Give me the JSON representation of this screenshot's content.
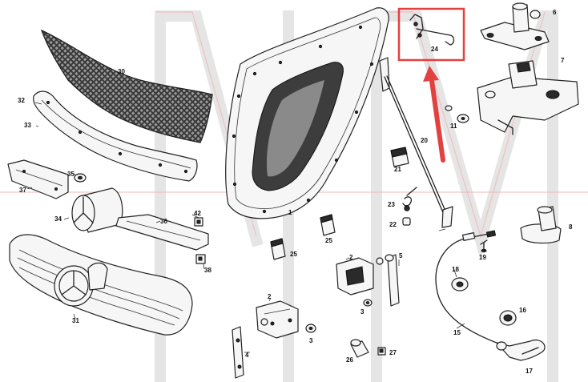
{
  "diagram": {
    "highlight_color": "#e34040",
    "watermark": "M",
    "labels": {
      "p1": "1",
      "p2a": "2",
      "p2b": "2",
      "p3a": "3",
      "p3b": "3",
      "p4": "4",
      "p5": "5",
      "p6": "6",
      "p7": "7",
      "p8": "8",
      "p11": "11",
      "p15": "15",
      "p16": "16",
      "p17": "17",
      "p18": "18",
      "p19": "19",
      "p20": "20",
      "p21": "21",
      "p22": "22",
      "p23": "23",
      "p24": "24",
      "p25a": "25",
      "p25b": "25",
      "p26": "26",
      "p27": "27",
      "p30": "30",
      "p31": "31",
      "p32": "32",
      "p33": "33",
      "p34": "34",
      "p35": "35",
      "p36": "36",
      "p37": "37",
      "p38": "38",
      "p42": "42"
    }
  }
}
